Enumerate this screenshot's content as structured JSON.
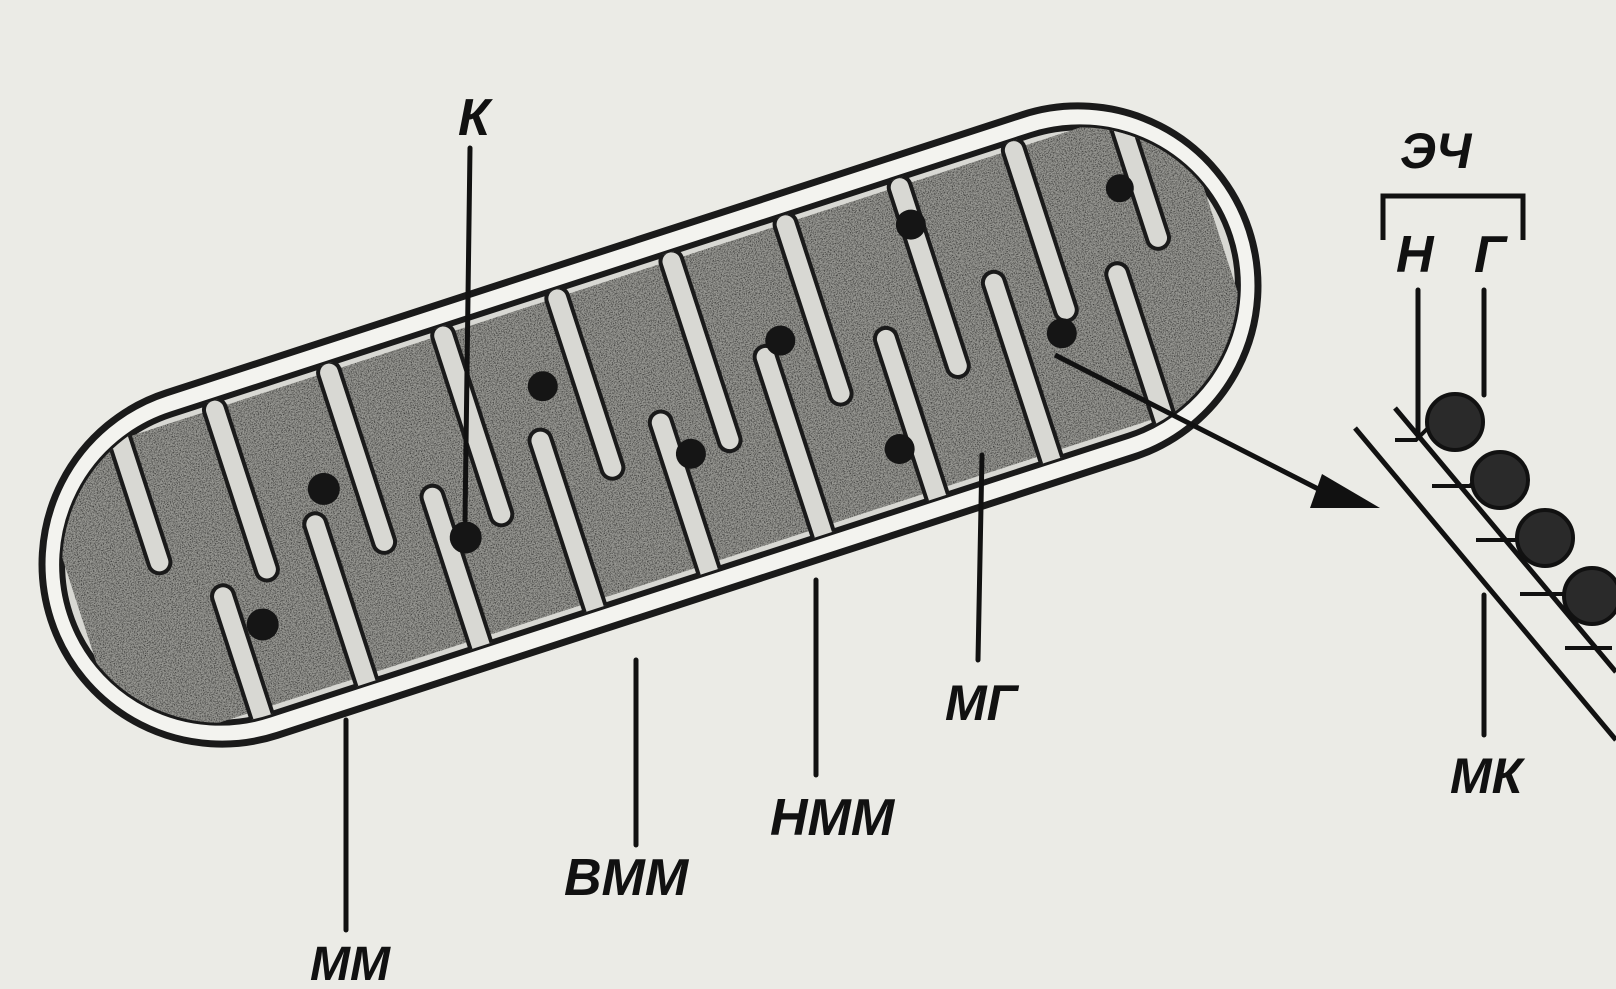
{
  "labels": {
    "k": "К",
    "ech": "ЭЧ",
    "n": "Н",
    "g": "Г",
    "mg": "МГ",
    "mk": "МК",
    "nmm": "НММ",
    "vmm": "ВММ",
    "mm": "ММ"
  },
  "colors": {
    "background": "#ebebe6",
    "ink": "#111111",
    "matrix": "#8a8a86",
    "intermembrane": "#cfcfca"
  }
}
